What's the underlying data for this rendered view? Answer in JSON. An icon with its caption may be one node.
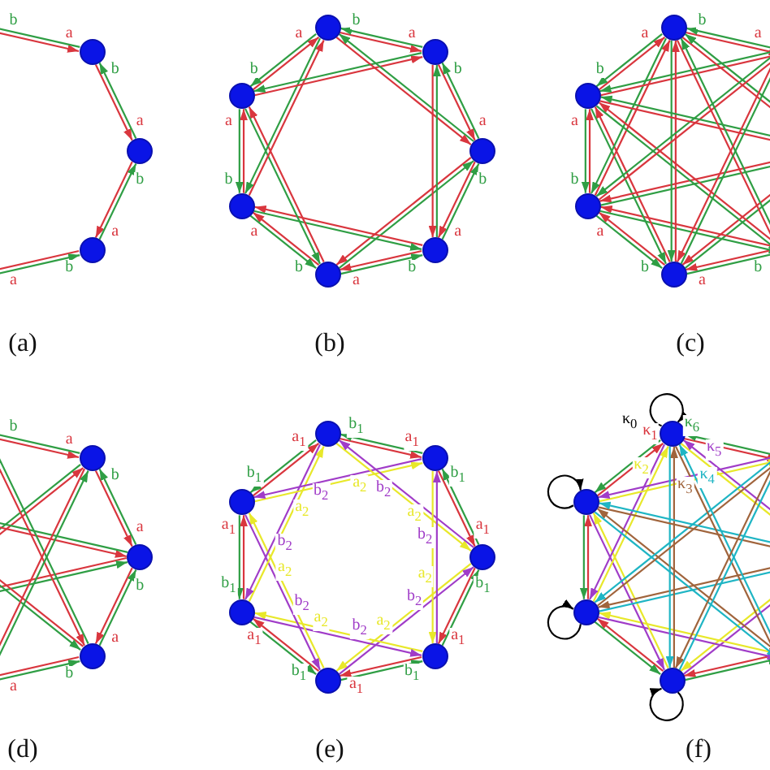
{
  "diagram": {
    "nodes": [
      {
        "text": [],
        "shape": "circle"
      },
      {
        "text": [],
        "shape": "circle"
      },
      {
        "text": [],
        "shape": "circle"
      },
      {
        "text": [],
        "shape": "circle"
      },
      {
        "text": [],
        "shape": "circle"
      },
      {
        "text": [],
        "shape": "circle"
      },
      {
        "text": [],
        "shape": "circle"
      },
      {
        "text": [],
        "shape": "circle"
      },
      {
        "text": [],
        "shape": "circle"
      },
      {
        "text": [],
        "shape": "circle"
      },
      {
        "text": [],
        "shape": "circle"
      },
      {
        "text": [],
        "shape": "circle"
      },
      {
        "text": [],
        "shape": "circle"
      },
      {
        "text": [],
        "shape": "circle"
      },
      {
        "text": [],
        "shape": "circle"
      },
      {
        "text": [],
        "shape": "circle"
      },
      {
        "text": [],
        "shape": "circle"
      },
      {
        "text": [],
        "shape": "circle"
      },
      {
        "text": [],
        "shape": "circle"
      },
      {
        "text": [],
        "shape": "circle"
      },
      {
        "text": [],
        "shape": "circle"
      },
      {
        "text": [],
        "shape": "circle"
      },
      {
        "text": [],
        "shape": "circle"
      },
      {
        "text": [],
        "shape": "circle"
      },
      {
        "text": [],
        "shape": "circle"
      },
      {
        "text": [],
        "shape": "circle"
      },
      {
        "text": [],
        "shape": "circle"
      },
      {
        "text": [],
        "shape": "circle"
      }
    ],
    "edges": [
      {
        "from": null,
        "to": 0,
        "arrow": "to",
        "color": "#d9363e",
        "label": "a"
      },
      {
        "from": 0,
        "to": null,
        "arrow": "to",
        "color": "#2f9e44",
        "label": "b"
      },
      {
        "from": 0,
        "to": 1,
        "arrow": "to",
        "color": "#d9363e",
        "label": "a"
      },
      {
        "from": 1,
        "to": 0,
        "arrow": "to",
        "color": "#2f9e44",
        "label": "b"
      },
      {
        "from": 1,
        "to": 2,
        "arrow": "to",
        "color": "#d9363e",
        "label": "a"
      },
      {
        "from": 2,
        "to": 1,
        "arrow": "to",
        "color": "#2f9e44",
        "label": "b"
      },
      {
        "from": 2,
        "to": null,
        "arrow": "to",
        "color": "#d9363e",
        "label": "a"
      },
      {
        "from": null,
        "to": 2,
        "arrow": "to",
        "color": "#2f9e44",
        "label": "b"
      },
      {
        "from": 5,
        "to": 6,
        "arrow": "to",
        "color": "#d9363e",
        "label": "a"
      },
      {
        "from": 6,
        "to": 5,
        "arrow": "to",
        "color": "#2f9e44",
        "label": "b"
      },
      {
        "from": 6,
        "to": 7,
        "arrow": "to",
        "color": "#d9363e",
        "label": "a"
      },
      {
        "from": 7,
        "to": 6,
        "arrow": "to",
        "color": "#2f9e44",
        "label": "b"
      },
      {
        "from": 7,
        "to": 8,
        "arrow": "to",
        "color": "#d9363e",
        "label": "a"
      },
      {
        "from": 8,
        "to": 7,
        "arrow": "to",
        "color": "#2f9e44",
        "label": "b"
      },
      {
        "from": 8,
        "to": 9,
        "arrow": "to",
        "color": "#d9363e",
        "label": "a"
      },
      {
        "from": 9,
        "to": 8,
        "arrow": "to",
        "color": "#2f9e44",
        "label": "b"
      },
      {
        "from": 9,
        "to": 3,
        "arrow": "to",
        "color": "#d9363e",
        "label": "a"
      },
      {
        "from": 3,
        "to": 9,
        "arrow": "to",
        "color": "#2f9e44",
        "label": "b"
      },
      {
        "from": 3,
        "to": 4,
        "arrow": "to",
        "color": "#d9363e",
        "label": "a"
      },
      {
        "from": 4,
        "to": 3,
        "arrow": "to",
        "color": "#2f9e44",
        "label": "b"
      },
      {
        "from": 4,
        "to": 5,
        "arrow": "to",
        "color": "#d9363e",
        "label": "a"
      },
      {
        "from": 5,
        "to": 4,
        "arrow": "to",
        "color": "#2f9e44",
        "label": "b"
      },
      {
        "from": 5,
        "to": 7,
        "arrow": "to",
        "color": "#d9363e"
      },
      {
        "from": 7,
        "to": 5,
        "arrow": "to",
        "color": "#2f9e44"
      },
      {
        "from": 6,
        "to": 8,
        "arrow": "to",
        "color": "#d9363e"
      },
      {
        "from": 8,
        "to": 6,
        "arrow": "to",
        "color": "#2f9e44"
      },
      {
        "from": 7,
        "to": 9,
        "arrow": "to",
        "color": "#d9363e"
      },
      {
        "from": 9,
        "to": 7,
        "arrow": "to",
        "color": "#2f9e44"
      },
      {
        "from": 8,
        "to": 3,
        "arrow": "to",
        "color": "#d9363e"
      },
      {
        "from": 3,
        "to": 8,
        "arrow": "to",
        "color": "#2f9e44"
      },
      {
        "from": 9,
        "to": 4,
        "arrow": "to",
        "color": "#d9363e"
      },
      {
        "from": 4,
        "to": 9,
        "arrow": "to",
        "color": "#2f9e44"
      },
      {
        "from": 3,
        "to": 5,
        "arrow": "to",
        "color": "#d9363e"
      },
      {
        "from": 5,
        "to": 3,
        "arrow": "to",
        "color": "#2f9e44"
      },
      {
        "from": 4,
        "to": 6,
        "arrow": "to",
        "color": "#d9363e"
      },
      {
        "from": 6,
        "to": 4,
        "arrow": "to",
        "color": "#2f9e44"
      },
      {
        "from": null,
        "to": 11,
        "arrow": "to",
        "color": "#d9363e",
        "label": "a"
      },
      {
        "from": 11,
        "to": null,
        "arrow": "to",
        "color": "#2f9e44",
        "label": "b"
      },
      {
        "from": 11,
        "to": 12,
        "arrow": "to",
        "color": "#d9363e",
        "label": "a"
      },
      {
        "from": 12,
        "to": 11,
        "arrow": "to",
        "color": "#2f9e44",
        "label": "b"
      },
      {
        "from": 12,
        "to": 13,
        "arrow": "to",
        "color": "#d9363e",
        "label": "a"
      },
      {
        "from": 13,
        "to": 12,
        "arrow": "to",
        "color": "#2f9e44",
        "label": "b"
      },
      {
        "from": 13,
        "to": 10,
        "arrow": "to",
        "color": "#d9363e",
        "label": "a"
      },
      {
        "from": 10,
        "to": 13,
        "arrow": "to",
        "color": "#2f9e44",
        "label": "b"
      },
      {
        "from": 10,
        "to": null,
        "arrow": "to",
        "color": "#d9363e",
        "label": "a"
      },
      {
        "from": null,
        "to": 10,
        "arrow": "to",
        "color": "#2f9e44",
        "label": "b"
      },
      {
        "from": null,
        "to": 11,
        "arrow": "to",
        "color": "#d9363e"
      },
      {
        "from": 11,
        "to": null,
        "arrow": "to",
        "color": "#2f9e44"
      },
      {
        "from": null,
        "to": 12,
        "arrow": "to",
        "color": "#d9363e"
      },
      {
        "from": 12,
        "to": null,
        "arrow": "to",
        "color": "#2f9e44"
      },
      {
        "from": 11,
        "to": 13,
        "arrow": "to",
        "color": "#d9363e"
      },
      {
        "from": 13,
        "to": 11,
        "arrow": "to",
        "color": "#2f9e44"
      },
      {
        "from": 12,
        "to": 10,
        "arrow": "to",
        "color": "#d9363e"
      },
      {
        "from": 10,
        "to": 12,
        "arrow": "to",
        "color": "#2f9e44"
      },
      {
        "from": 13,
        "to": null,
        "arrow": "to",
        "color": "#d9363e"
      },
      {
        "from": null,
        "to": 13,
        "arrow": "to",
        "color": "#2f9e44"
      },
      {
        "from": 10,
        "to": null,
        "arrow": "to",
        "color": "#d9363e"
      },
      {
        "from": null,
        "to": 10,
        "arrow": "to",
        "color": "#2f9e44"
      },
      {
        "from": null,
        "to": 12,
        "arrow": "to",
        "color": "#d9363e"
      },
      {
        "from": 12,
        "to": null,
        "arrow": "to",
        "color": "#2f9e44"
      },
      {
        "from": null,
        "to": 13,
        "arrow": "to",
        "color": "#d9363e"
      },
      {
        "from": 13,
        "to": null,
        "arrow": "to",
        "color": "#2f9e44"
      },
      {
        "from": 11,
        "to": 10,
        "arrow": "to",
        "color": "#d9363e"
      },
      {
        "from": 10,
        "to": 11,
        "arrow": "to",
        "color": "#2f9e44"
      },
      {
        "from": 12,
        "to": null,
        "arrow": "to",
        "color": "#d9363e"
      },
      {
        "from": null,
        "to": 12,
        "arrow": "to",
        "color": "#2f9e44"
      },
      {
        "from": 13,
        "to": null,
        "arrow": "to",
        "color": "#d9363e"
      },
      {
        "from": null,
        "to": 13,
        "arrow": "to",
        "color": "#2f9e44"
      },
      {
        "from": 10,
        "to": null,
        "arrow": "to",
        "color": "#d9363e"
      },
      {
        "from": null,
        "to": 10,
        "arrow": "to",
        "color": "#2f9e44"
      },
      {
        "from": null,
        "to": 11,
        "arrow": "to",
        "color": "#d9363e"
      },
      {
        "from": 11,
        "to": null,
        "arrow": "to",
        "color": "#2f9e44"
      },
      {
        "from": null,
        "to": 14,
        "arrow": "to",
        "color": "#d9363e",
        "label": "a"
      },
      {
        "from": 14,
        "to": null,
        "arrow": "to",
        "color": "#2f9e44",
        "label": "b"
      },
      {
        "from": 14,
        "to": 15,
        "arrow": "to",
        "color": "#d9363e",
        "label": "a"
      },
      {
        "from": 15,
        "to": 14,
        "arrow": "to",
        "color": "#2f9e44",
        "label": "b"
      },
      {
        "from": 15,
        "to": 16,
        "arrow": "to",
        "color": "#d9363e",
        "label": "a"
      },
      {
        "from": 16,
        "to": 15,
        "arrow": "to",
        "color": "#2f9e44",
        "label": "b"
      },
      {
        "from": 16,
        "to": null,
        "arrow": "to",
        "color": "#d9363e",
        "label": "a"
      },
      {
        "from": null,
        "to": 16,
        "arrow": "to",
        "color": "#2f9e44",
        "label": "b"
      },
      {
        "from": 15,
        "to": null,
        "arrow": "to",
        "color": "#d9363e"
      },
      {
        "from": null,
        "to": 15,
        "arrow": "to",
        "color": "#2f9e44"
      },
      {
        "from": 16,
        "to": null,
        "arrow": "to",
        "color": "#d9363e"
      },
      {
        "from": null,
        "to": 16,
        "arrow": "to",
        "color": "#2f9e44"
      },
      {
        "from": null,
        "to": 14,
        "arrow": "to",
        "color": "#d9363e"
      },
      {
        "from": 14,
        "to": null,
        "arrow": "to",
        "color": "#2f9e44"
      },
      {
        "from": null,
        "to": 15,
        "arrow": "to",
        "color": "#d9363e"
      },
      {
        "from": 15,
        "to": null,
        "arrow": "to",
        "color": "#2f9e44"
      },
      {
        "from": null,
        "to": 16,
        "arrow": "to",
        "color": "#d9363e"
      },
      {
        "from": 16,
        "to": null,
        "arrow": "to",
        "color": "#2f9e44"
      },
      {
        "from": 14,
        "to": null,
        "arrow": "to",
        "color": "#d9363e"
      },
      {
        "from": null,
        "to": 14,
        "arrow": "to",
        "color": "#2f9e44"
      },
      {
        "from": 19,
        "to": 20,
        "arrow": "to",
        "color": "#d9363e",
        "label": "a$_{1}$"
      },
      {
        "from": 20,
        "to": 19,
        "arrow": "to",
        "color": "#2f9e44",
        "label": "b$_{1}$"
      },
      {
        "from": 20,
        "to": 21,
        "arrow": "to",
        "color": "#d9363e",
        "label": "a$_{1}$"
      },
      {
        "from": 21,
        "to": 20,
        "arrow": "to",
        "color": "#2f9e44",
        "label": "b$_{1}$"
      },
      {
        "from": 21,
        "to": 22,
        "arrow": "to",
        "color": "#d9363e",
        "label": "a$_{1}$"
      },
      {
        "from": 22,
        "to": 21,
        "arrow": "to",
        "color": "#2f9e44",
        "label": "b$_{1}$"
      },
      {
        "from": 22,
        "to": 23,
        "arrow": "to",
        "color": "#d9363e",
        "label": "a$_{1}$"
      },
      {
        "from": 23,
        "to": 22,
        "arrow": "to",
        "color": "#2f9e44",
        "label": "b$_{1}$"
      },
      {
        "from": 23,
        "to": 17,
        "arrow": "to",
        "color": "#d9363e",
        "label": "a$_{1}$"
      },
      {
        "from": 17,
        "to": 23,
        "arrow": "to",
        "color": "#2f9e44",
        "label": "b$_{1}$"
      },
      {
        "from": 17,
        "to": 18,
        "arrow": "to",
        "color": "#d9363e",
        "label": "a$_{1}$"
      },
      {
        "from": 18,
        "to": 17,
        "arrow": "to",
        "color": "#2f9e44",
        "label": "b$_{1}$"
      },
      {
        "from": 18,
        "to": 19,
        "arrow": "to",
        "color": "#d9363e",
        "label": "a$_{1}$"
      },
      {
        "from": 19,
        "to": 18,
        "arrow": "to",
        "color": "#2f9e44",
        "label": "b$_{1}$"
      },
      {
        "from": 19,
        "to": 21,
        "arrow": "to",
        "color": "#e8e82a",
        "label": "a$_{2}$"
      },
      {
        "from": 21,
        "to": 19,
        "arrow": "to",
        "color": "#a03cc8",
        "label": "b$_{2}$"
      },
      {
        "from": 20,
        "to": 22,
        "arrow": "to",
        "color": "#e8e82a",
        "label": "a$_{2}$"
      },
      {
        "from": 22,
        "to": 20,
        "arrow": "to",
        "color": "#a03cc8",
        "label": "b$_{2}$"
      },
      {
        "from": 21,
        "to": 23,
        "arrow": "to",
        "color": "#e8e82a",
        "label": "a$_{2}$"
      },
      {
        "from": 23,
        "to": 21,
        "arrow": "to",
        "color": "#a03cc8",
        "label": "b$_{2}$"
      },
      {
        "from": 22,
        "to": 17,
        "arrow": "to",
        "color": "#e8e82a",
        "label": "a$_{2}$"
      },
      {
        "from": 17,
        "to": 22,
        "arrow": "to",
        "color": "#a03cc8",
        "label": "b$_{2}$"
      },
      {
        "from": 23,
        "to": 18,
        "arrow": "to",
        "color": "#e8e82a",
        "label": "a$_{2}$"
      },
      {
        "from": 18,
        "to": 23,
        "arrow": "to",
        "color": "#a03cc8",
        "label": "b$_{2}$"
      },
      {
        "from": 17,
        "to": 19,
        "arrow": "to",
        "color": "#e8e82a",
        "label": "a$_{2}$"
      },
      {
        "from": 19,
        "to": 17,
        "arrow": "to",
        "color": "#a03cc8",
        "label": "b$_{2}$"
      },
      {
        "from": 18,
        "to": 20,
        "arrow": "to",
        "color": "#e8e82a",
        "label": "a$_{2}$"
      },
      {
        "from": 20,
        "to": 18,
        "arrow": "to",
        "color": "#a03cc8",
        "label": "b$_{2}$"
      },
      {
        "from": null,
        "to": 25,
        "arrow": "to",
        "color": "#d9363e"
      },
      {
        "from": 25,
        "to": null,
        "arrow": "to",
        "color": "#2f9e44"
      },
      {
        "from": 25,
        "to": 26,
        "arrow": "to",
        "color": "#d9363e"
      },
      {
        "from": 26,
        "to": 25,
        "arrow": "to",
        "color": "#2f9e44"
      },
      {
        "from": 26,
        "to": 27,
        "arrow": "to",
        "color": "#d9363e"
      },
      {
        "from": 27,
        "to": 26,
        "arrow": "to",
        "color": "#2f9e44"
      },
      {
        "from": 27,
        "to": 24,
        "arrow": "to",
        "color": "#d9363e",
        "label": "κ$_{1}$"
      },
      {
        "from": 24,
        "to": 27,
        "arrow": "to",
        "color": "#2f9e44"
      },
      {
        "from": 24,
        "to": null,
        "arrow": "to",
        "color": "#d9363e"
      },
      {
        "from": null,
        "to": 24,
        "arrow": "to",
        "color": "#2f9e44",
        "label": "κ$_{6}$"
      },
      {
        "from": null,
        "to": 25,
        "arrow": "to",
        "color": "#e8e82a"
      },
      {
        "from": 25,
        "to": null,
        "arrow": "to",
        "color": "#a03cc8"
      },
      {
        "from": null,
        "to": 26,
        "arrow": "to",
        "color": "#e8e82a"
      },
      {
        "from": 26,
        "to": null,
        "arrow": "to",
        "color": "#a03cc8"
      },
      {
        "from": 25,
        "to": 27,
        "arrow": "to",
        "color": "#e8e82a"
      },
      {
        "from": 27,
        "to": 25,
        "arrow": "to",
        "color": "#a03cc8"
      },
      {
        "from": 26,
        "to": 24,
        "arrow": "to",
        "color": "#e8e82a",
        "label": "κ$_{2}$"
      },
      {
        "from": 24,
        "to": 26,
        "arrow": "to",
        "color": "#a03cc8"
      },
      {
        "from": 27,
        "to": null,
        "arrow": "to",
        "color": "#e8e82a"
      },
      {
        "from": null,
        "to": 27,
        "arrow": "to",
        "color": "#a03cc8"
      },
      {
        "from": 24,
        "to": null,
        "arrow": "to",
        "color": "#e8e82a"
      },
      {
        "from": null,
        "to": 24,
        "arrow": "to",
        "color": "#a03cc8",
        "label": "κ$_{5}$"
      },
      {
        "from": null,
        "to": 26,
        "arrow": "to",
        "color": "#a0643c"
      },
      {
        "from": 26,
        "to": null,
        "arrow": "to",
        "color": "#1fb5c4"
      },
      {
        "from": null,
        "to": 27,
        "arrow": "to",
        "color": "#a0643c"
      },
      {
        "from": 27,
        "to": null,
        "arrow": "to",
        "color": "#1fb5c4"
      },
      {
        "from": 25,
        "to": 24,
        "arrow": "to",
        "color": "#a0643c",
        "label": "κ$_{3}$"
      },
      {
        "from": 24,
        "to": 25,
        "arrow": "to",
        "color": "#1fb5c4"
      },
      {
        "from": 26,
        "to": null,
        "arrow": "to",
        "color": "#a0643c"
      },
      {
        "from": null,
        "to": 26,
        "arrow": "to",
        "color": "#1fb5c4"
      },
      {
        "from": 27,
        "to": null,
        "arrow": "to",
        "color": "#a0643c"
      },
      {
        "from": null,
        "to": 27,
        "arrow": "to",
        "color": "#1fb5c4"
      },
      {
        "from": 24,
        "to": null,
        "arrow": "to",
        "color": "#a0643c"
      },
      {
        "from": null,
        "to": 24,
        "arrow": "to",
        "color": "#1fb5c4",
        "label": "κ$_{4}$"
      },
      {
        "from": null,
        "to": 25,
        "arrow": "to",
        "color": "#a0643c"
      },
      {
        "from": 25,
        "to": null,
        "arrow": "to",
        "color": "#1fb5c4"
      },
      {
        "from": 24,
        "to": 24,
        "arrow": "to",
        "color": "#000000",
        "label": "κ$_{0}$"
      },
      {
        "from": 25,
        "to": 25,
        "arrow": "to",
        "color": "#000000"
      },
      {
        "from": 26,
        "to": 26,
        "arrow": "to",
        "color": "#000000"
      },
      {
        "from": 27,
        "to": 27,
        "arrow": "to",
        "color": "#000000"
      }
    ],
    "labels": [
      "(a)",
      "(b)",
      "(c)",
      "(d)",
      "(e)",
      "(f)"
    ]
  }
}
